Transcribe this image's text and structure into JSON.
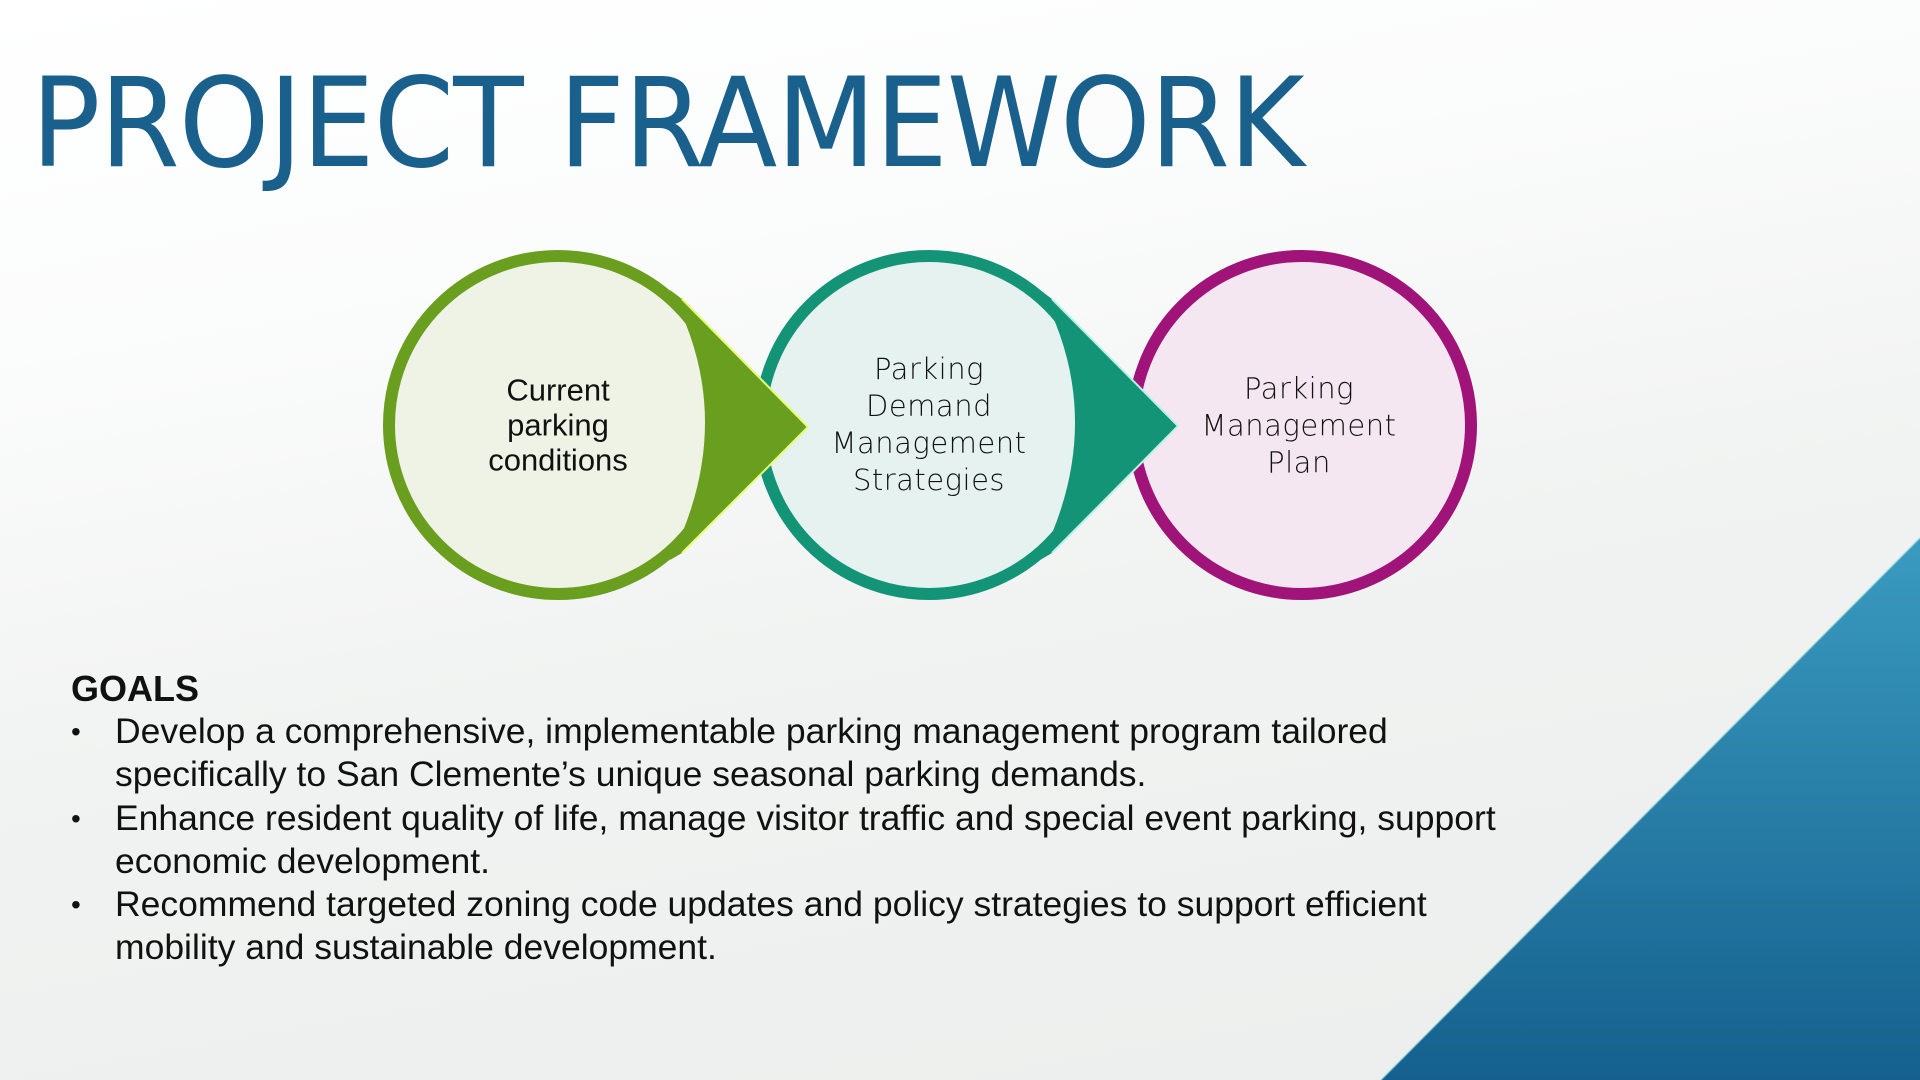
{
  "slide": {
    "title": "PROJECT FRAMEWORK",
    "colors": {
      "title": "#1a608c",
      "accent_blue_top": "#3a9bc0",
      "accent_blue_bottom": "#15608e",
      "green": "#6a9e1f",
      "teal": "#149476",
      "magenta": "#a0147a"
    }
  },
  "diagram": {
    "nodes": [
      {
        "lines": [
          "Current",
          "parking",
          "conditions"
        ],
        "ring_color": "#6a9e1f",
        "fill_color": "#eef3e6"
      },
      {
        "lines": [
          "Parking",
          "Demand",
          "Management",
          "Strategies"
        ],
        "ring_color": "#149476",
        "fill_color": "#e5f2f0"
      },
      {
        "lines": [
          "Parking",
          "Management",
          "Plan"
        ],
        "ring_color": "#a0147a",
        "fill_color": "#f5e7f1"
      }
    ]
  },
  "goals": {
    "heading": "GOALS",
    "bullet_glyph": "•",
    "items": [
      {
        "line1": "Develop a comprehensive, implementable parking management program tailored",
        "line2": "specifically to San Clemente’s unique seasonal parking demands."
      },
      {
        "line1": "Enhance resident quality of life, manage visitor traffic and special event parking, support",
        "line2": "economic development."
      },
      {
        "line1": "Recommend targeted zoning code updates and policy strategies to support efficient",
        "line2": "mobility and sustainable development."
      }
    ]
  }
}
